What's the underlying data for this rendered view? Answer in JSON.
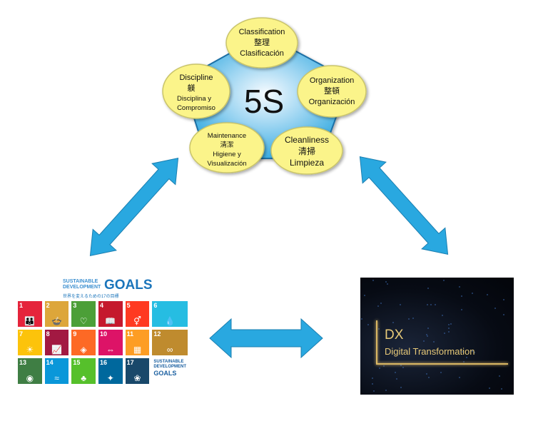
{
  "center_label": "5S",
  "nodes": [
    {
      "en": "Classification",
      "ja": "整理",
      "es": "Clasificación"
    },
    {
      "en": "Organization",
      "ja": "整頓",
      "es": "Organización"
    },
    {
      "en": "Cleanliness",
      "ja": "清掃",
      "es": "Limpieza"
    },
    {
      "en": "Maintenance",
      "ja": "清潔",
      "es": "Higiene y",
      "es2": "Visualización"
    },
    {
      "en": "Discipline",
      "ja": "躾",
      "es": "Disciplina y",
      "es2": "Compromiso"
    }
  ],
  "sdg": {
    "header_line1": "SUSTAINABLE",
    "header_line2": "DEVELOPMENT",
    "header_goals": "GOALS",
    "header_sub": "世界を変えるための17の目標",
    "tiles": [
      {
        "n": "1",
        "color": "#e5243b",
        "glyph": "👪"
      },
      {
        "n": "2",
        "color": "#dda63a",
        "glyph": "🍲"
      },
      {
        "n": "3",
        "color": "#4c9f38",
        "glyph": "♡"
      },
      {
        "n": "4",
        "color": "#c5192d",
        "glyph": "📖"
      },
      {
        "n": "5",
        "color": "#ff3a21",
        "glyph": "⚥"
      },
      {
        "n": "6",
        "color": "#26bde2",
        "glyph": "💧"
      },
      {
        "n": "7",
        "color": "#fcc30b",
        "glyph": "☀"
      },
      {
        "n": "8",
        "color": "#a21942",
        "glyph": "📈"
      },
      {
        "n": "9",
        "color": "#fd6925",
        "glyph": "◈"
      },
      {
        "n": "10",
        "color": "#dd1367",
        "glyph": "⇔"
      },
      {
        "n": "11",
        "color": "#fd9d24",
        "glyph": "▦"
      },
      {
        "n": "12",
        "color": "#bf8b2e",
        "glyph": "∞"
      },
      {
        "n": "13",
        "color": "#3f7e44",
        "glyph": "◉"
      },
      {
        "n": "14",
        "color": "#0a97d9",
        "glyph": "≈"
      },
      {
        "n": "15",
        "color": "#56c02b",
        "glyph": "♣"
      },
      {
        "n": "16",
        "color": "#00689d",
        "glyph": "✦"
      },
      {
        "n": "17",
        "color": "#19486a",
        "glyph": "❀"
      }
    ],
    "logo_tile_text1": "SUSTAINABLE",
    "logo_tile_text2": "DEVELOPMENT",
    "logo_tile_goals": "GOALS"
  },
  "dx": {
    "title": "DX",
    "subtitle": "Digital Transformation"
  },
  "colors": {
    "arrow": "#29a8e0",
    "ellipse_fill": "#fbf48a",
    "pentagon_center": "#f7fbff",
    "pentagon_edge": "#2ea7df",
    "dx_accent": "#e7c978"
  }
}
